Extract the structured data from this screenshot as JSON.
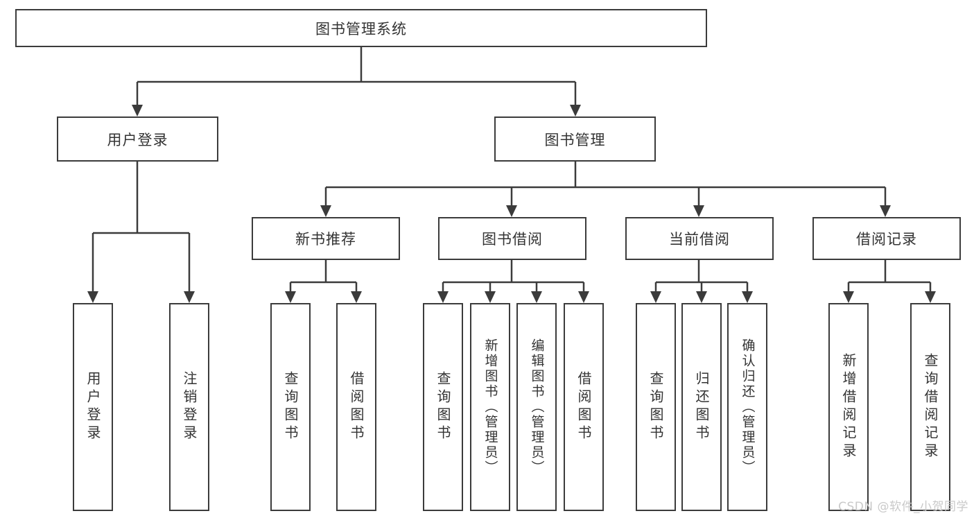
{
  "diagram": {
    "type": "hierarchy-tree",
    "orientation": "top-down",
    "tree": {
      "label": "图书管理系统",
      "children": [
        {
          "label": "用户登录",
          "children": [
            {
              "label": "用户登录"
            },
            {
              "label": "注销登录"
            }
          ]
        },
        {
          "label": "图书管理",
          "children": [
            {
              "label": "新书推荐",
              "children": [
                {
                  "label": "查询图书"
                },
                {
                  "label": "借阅图书"
                }
              ]
            },
            {
              "label": "图书借阅",
              "children": [
                {
                  "label": "查询图书"
                },
                {
                  "label": "新增图书（管理员）"
                },
                {
                  "label": "编辑图书（管理员）"
                },
                {
                  "label": "借阅图书"
                }
              ]
            },
            {
              "label": "当前借阅",
              "children": [
                {
                  "label": "查询图书"
                },
                {
                  "label": "归还图书"
                },
                {
                  "label": "确认归还（管理员）"
                }
              ]
            },
            {
              "label": "借阅记录",
              "children": [
                {
                  "label": "新增借阅记录"
                },
                {
                  "label": "查询借阅记录"
                }
              ]
            }
          ]
        }
      ]
    },
    "colors": {
      "line": "#3b3b3b",
      "text": "#333333",
      "background": "#ffffff",
      "watermark": "#c9c9c9"
    }
  },
  "watermark": {
    "text": "CSDN @软件_小贺同学"
  }
}
